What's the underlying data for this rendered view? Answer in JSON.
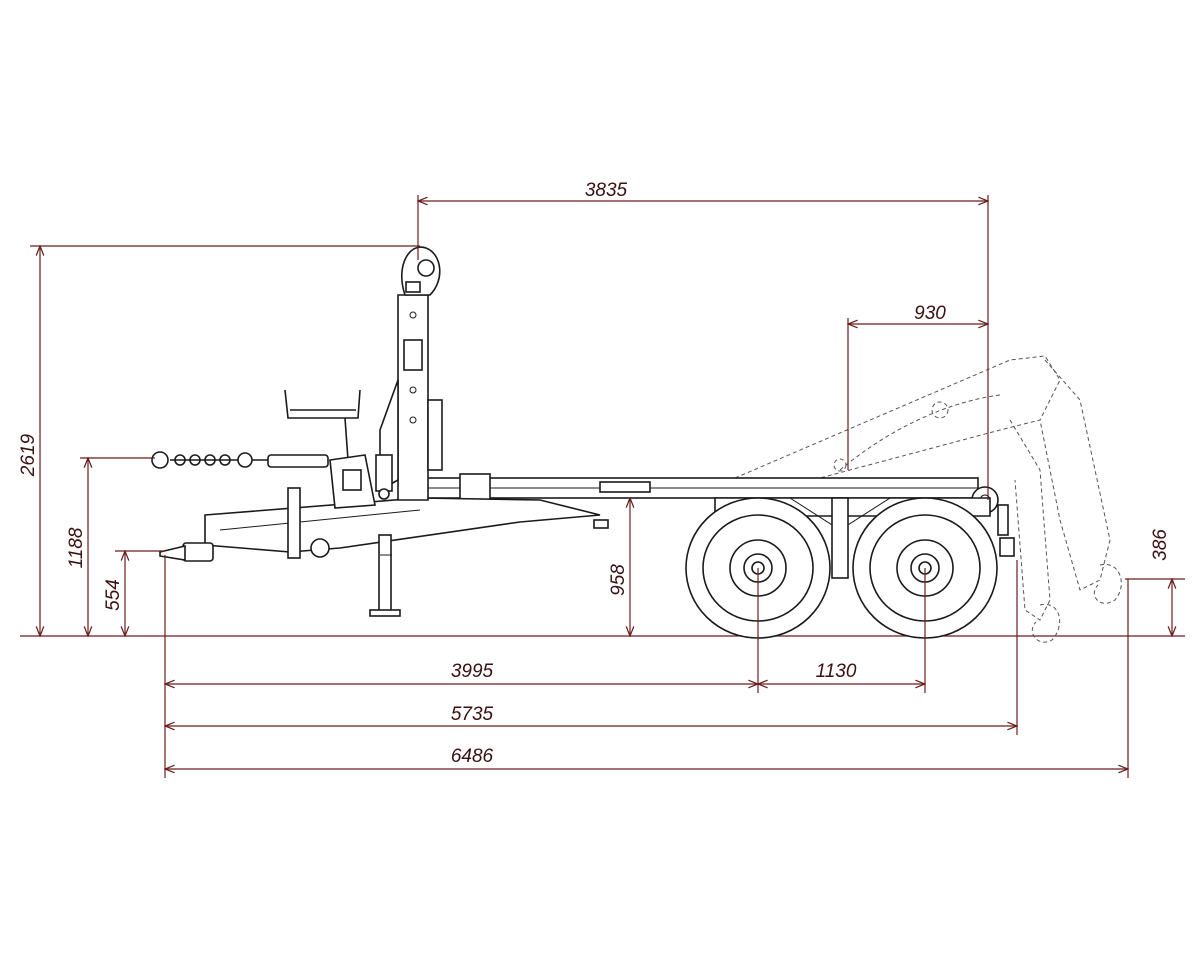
{
  "dimensions": {
    "hook_to_rear": "3835",
    "arm_offset": "930",
    "overall_height": "2619",
    "chain_height": "1188",
    "drawbar_height": "554",
    "frame_height": "958",
    "rear_hook_height": "386",
    "drawbar_to_axle": "3995",
    "axle_spacing": "1130",
    "frame_length": "5735",
    "overall_length": "6486"
  },
  "colors": {
    "dimension": "#6b1f1f",
    "outline": "#1a1a1a",
    "background": "#ffffff"
  }
}
